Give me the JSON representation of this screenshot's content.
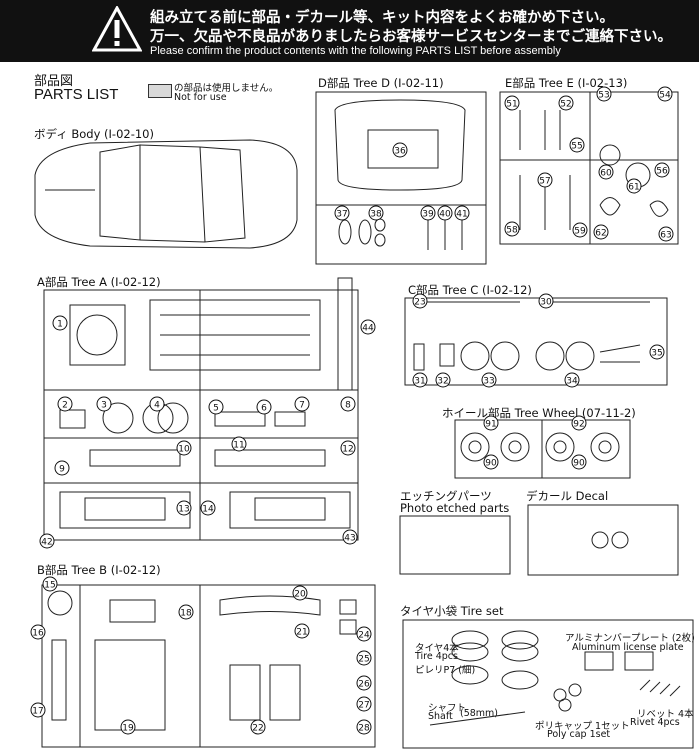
{
  "banner": {
    "line1": "組み立てる前に部品・デカール等、キット内容をよくお確かめ下さい。",
    "line2": "万一、欠品や不良品がありましたらお客様サービスセンターまでご連絡下さい。",
    "line3": "Please confirm the product contents with the following PARTS LIST before assembly"
  },
  "header": {
    "title_jp": "部品図",
    "title_en": "PARTS LIST",
    "legend_jp": "の部品は使用しません。",
    "legend_en": "Not for use"
  },
  "sections": {
    "body": "ボディ Body (I-02-10)",
    "tree_d": "D部品 Tree D (I-02-11)",
    "tree_e": "E部品 Tree E (I-02-13)",
    "tree_a": "A部品 Tree A (I-02-12)",
    "tree_c": "C部品 Tree C (I-02-12)",
    "tree_wheel": "ホイール部品 Tree Wheel (07-11-2)",
    "etched_jp": "エッチングパーツ",
    "etched_en": "Photo etched parts",
    "decal": "デカール Decal",
    "tree_b": "B部品 Tree B (I-02-12)",
    "tire_set": "タイヤ小袋 Tire set"
  },
  "tire_set": {
    "tire_jp": "タイヤ4本",
    "tire_en": "Tire 4pcs",
    "tire_note": "ピレリP7 (細)",
    "plate_jp": "アルミナンバープレート (2枚)",
    "plate_en": "Aluminum license plate",
    "shaft_jp": "シャフト",
    "shaft_len": "(58mm)",
    "shaft_en": "Shaft",
    "polycap_jp": "ポリキャップ 1セット",
    "polycap_en": "Poly cap 1set",
    "rivet_jp": "リベット 4本",
    "rivet_en": "Rivet 4pcs"
  },
  "part_numbers": {
    "d": [
      "36",
      "37",
      "38",
      "39",
      "40",
      "41"
    ],
    "e": [
      "51",
      "52",
      "53",
      "54",
      "55",
      "56",
      "57",
      "58",
      "59",
      "60",
      "61",
      "62",
      "63"
    ],
    "a": [
      "1",
      "2",
      "3",
      "4",
      "5",
      "6",
      "7",
      "8",
      "9",
      "10",
      "11",
      "12",
      "13",
      "14",
      "42",
      "43",
      "44"
    ],
    "c": [
      "23",
      "30",
      "31",
      "32",
      "33",
      "34",
      "35"
    ],
    "w": [
      "91",
      "92",
      "90",
      "90"
    ],
    "b": [
      "15",
      "16",
      "17",
      "18",
      "19",
      "20",
      "21",
      "22",
      "24",
      "25",
      "26",
      "27",
      "28"
    ]
  }
}
